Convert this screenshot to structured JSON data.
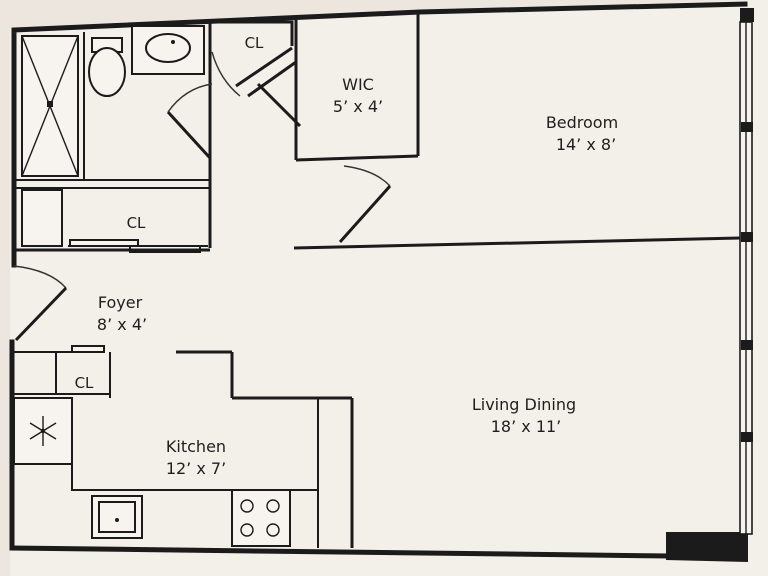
{
  "rooms": {
    "bedroom": {
      "name": "Bedroom",
      "size": "14’ x 8’"
    },
    "wic": {
      "name": "WIC",
      "size": "5’ x 4’"
    },
    "living": {
      "name": "Living Dining",
      "size": "18’ x 11’"
    },
    "foyer": {
      "name": "Foyer",
      "size": "8’ x 4’"
    },
    "kitchen": {
      "name": "Kitchen",
      "size": "12’ x 7’"
    }
  },
  "closets": {
    "bath_closet": "CL",
    "hall_closet": "CL",
    "kitchen_closet": "CL"
  },
  "icons": {
    "freezer": "snowflake-icon",
    "range": "stove-burner-icon",
    "sink": "sink-icon",
    "toilet": "toilet-icon",
    "shower": "shower-icon"
  },
  "colors": {
    "wall": "#1b1b1b",
    "paper": "#f3efe9"
  }
}
